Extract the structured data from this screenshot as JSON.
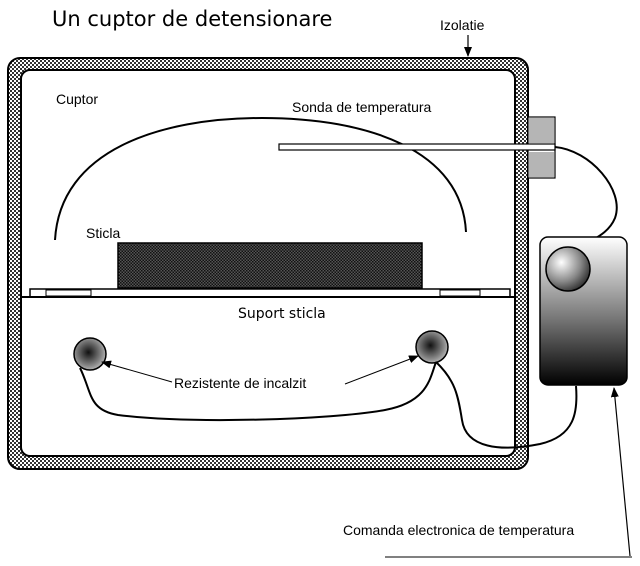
{
  "title": "Un cuptor de detensionare",
  "labels": {
    "insulation": "Izolatie",
    "oven": "Cuptor",
    "temperature_probe": "Sonda de temperatura",
    "glass": "Sticla",
    "glass_support": "Suport sticla",
    "heating_elements": "Rezistente de incalzit",
    "temperature_controller": "Comanda electronica de temperatura"
  },
  "colors": {
    "line": "#000000",
    "background": "#ffffff"
  }
}
